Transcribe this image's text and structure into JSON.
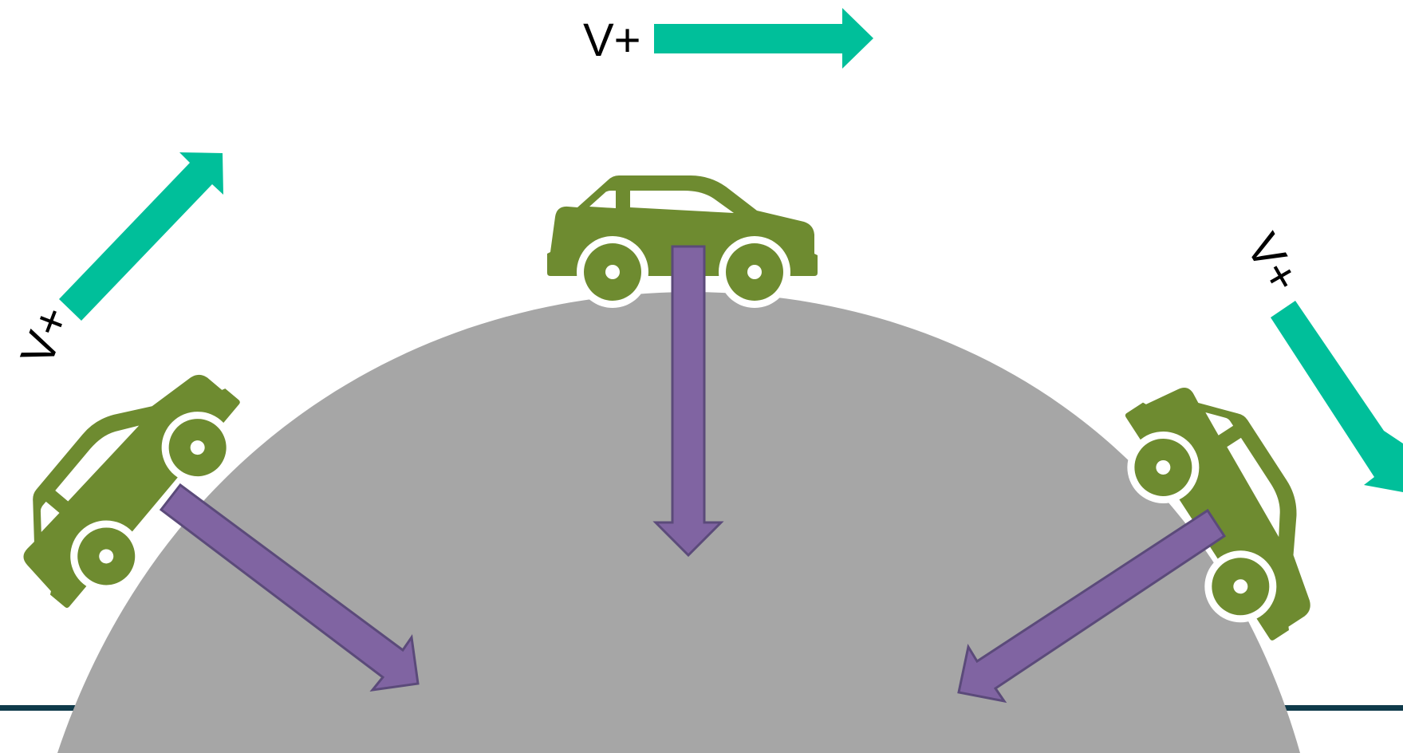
{
  "labels": {
    "velocity_top": "V+",
    "velocity_left": "V+",
    "velocity_right": "V+"
  },
  "colors": {
    "background": "#ffffff",
    "hill": "#a6a6a6",
    "ground_line": "#0f3a4a",
    "car": "#6e8b30",
    "velocity_arrow": "#00bf9a",
    "force_arrow_fill": "#8064a2",
    "force_arrow_stroke": "#5b4a7a",
    "text": "#000000"
  },
  "icons": {
    "car": "car-icon",
    "velocity": "velocity-arrow",
    "force": "downward-force-arrow"
  }
}
